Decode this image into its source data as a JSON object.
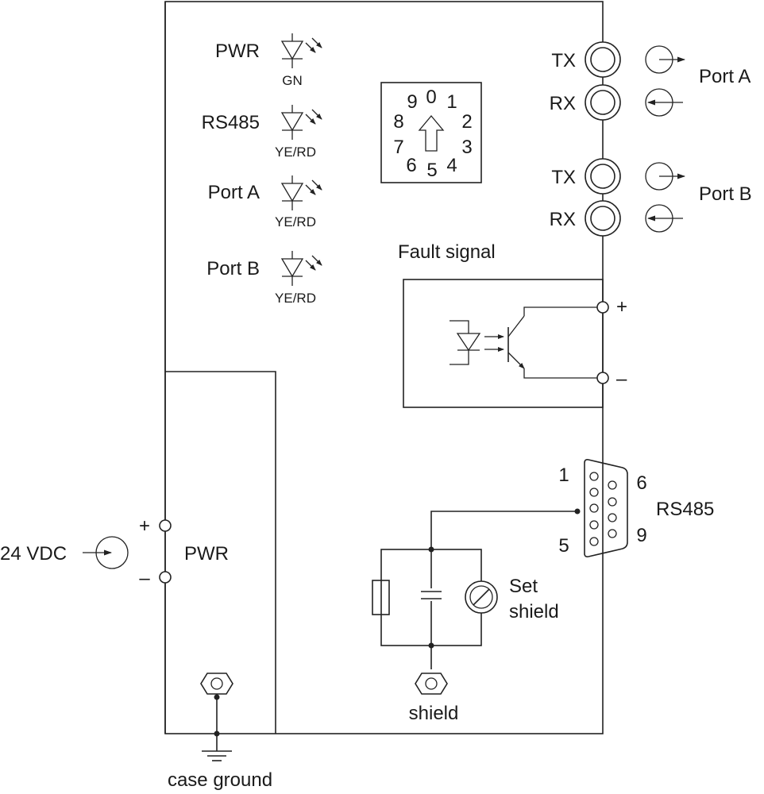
{
  "leds": [
    {
      "name": "PWR",
      "color": "GN"
    },
    {
      "name": "RS485",
      "color": "YE/RD"
    },
    {
      "name": "Port A",
      "color": "YE/RD"
    },
    {
      "name": "Port B",
      "color": "YE/RD"
    }
  ],
  "rotary_switch": {
    "digits": [
      "0",
      "1",
      "2",
      "3",
      "4",
      "5",
      "6",
      "7",
      "8",
      "9"
    ]
  },
  "fiber_ports": [
    {
      "name": "Port A",
      "tx": "TX",
      "rx": "RX"
    },
    {
      "name": "Port B",
      "tx": "TX",
      "rx": "RX"
    }
  ],
  "fault_signal": {
    "title": "Fault signal",
    "plus": "+",
    "minus": "–"
  },
  "rs485_connector": {
    "label": "RS485",
    "pin_1": "1",
    "pin_5": "5",
    "pin_6": "6",
    "pin_9": "9"
  },
  "power": {
    "supply": "24 VDC",
    "label": "PWR",
    "plus": "+",
    "minus": "–"
  },
  "shield": {
    "set_line1": "Set",
    "set_line2": "shield",
    "terminal": "shield"
  },
  "ground": {
    "label": "case ground"
  }
}
